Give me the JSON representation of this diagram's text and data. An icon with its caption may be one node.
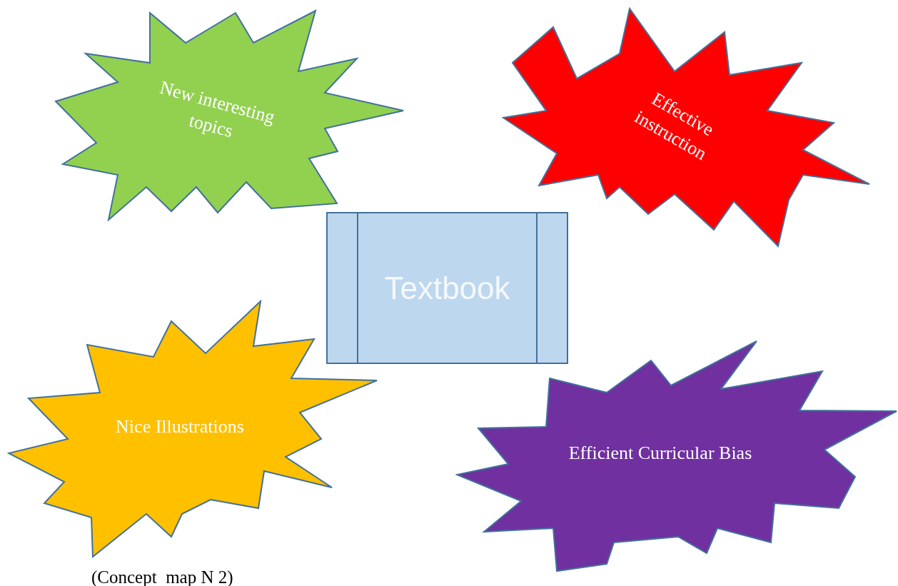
{
  "diagram": {
    "caption": "(Concept  map N 2)",
    "nodes": [
      {
        "text": [
          "New interesting topics"
        ]
      },
      {
        "text": [
          "Effective instruction"
        ]
      },
      {
        "text": [
          "Textbook"
        ]
      },
      {
        "text": [
          "Nice Illustrations"
        ]
      },
      {
        "text": [
          "Efficient Curricular Bias"
        ]
      }
    ]
  }
}
